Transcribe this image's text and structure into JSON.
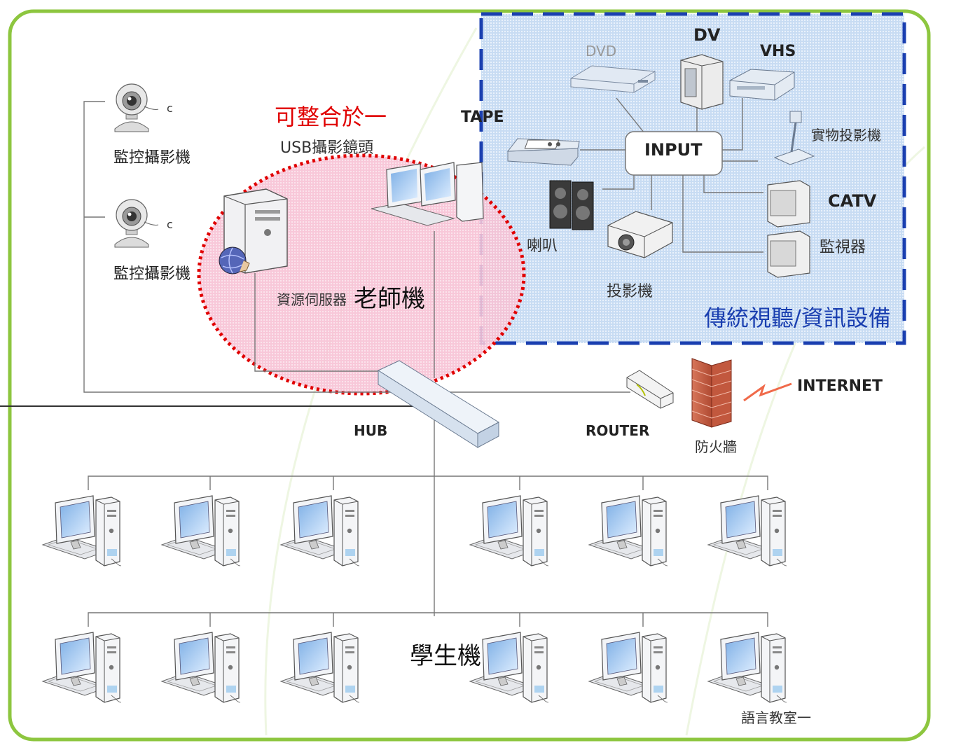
{
  "labels": {
    "camera1": "監控攝影機",
    "camera2": "監控攝影機",
    "camera_c": "c",
    "integrate": "可整合於一",
    "usb_camera": "USB攝影鏡頭",
    "server": "資源伺服器",
    "teacher": "老師機",
    "tape": "TAPE",
    "dvd": "DVD",
    "dv": "DV",
    "vhs": "VHS",
    "input": "INPUT",
    "visualizer": "實物投影機",
    "catv": "CATV",
    "monitor": "監視器",
    "speaker": "喇叭",
    "projector": "投影機",
    "traditional": "傳統視聽/資訊設備",
    "hub": "HUB",
    "router": "ROUTER",
    "internet": "INTERNET",
    "firewall": "防火牆",
    "student": "學生機",
    "lab": "語言教室一"
  },
  "colors": {
    "frame": "#8dc63f",
    "red": "#e00000",
    "blue": "#1a3fb0",
    "pinkFill": "#f9c6d8",
    "blueFill": "#c8dcf3"
  },
  "icons": [
    "webcam-icon",
    "server-icon",
    "globe-icon",
    "monitor-icon",
    "dvd-player-icon",
    "dv-camera-icon",
    "vhs-icon",
    "tape-deck-icon",
    "speaker-icon",
    "projector-icon",
    "visualizer-icon",
    "tv-icon",
    "hub-icon",
    "router-icon",
    "firewall-icon",
    "lightning-icon",
    "computer-icon"
  ]
}
